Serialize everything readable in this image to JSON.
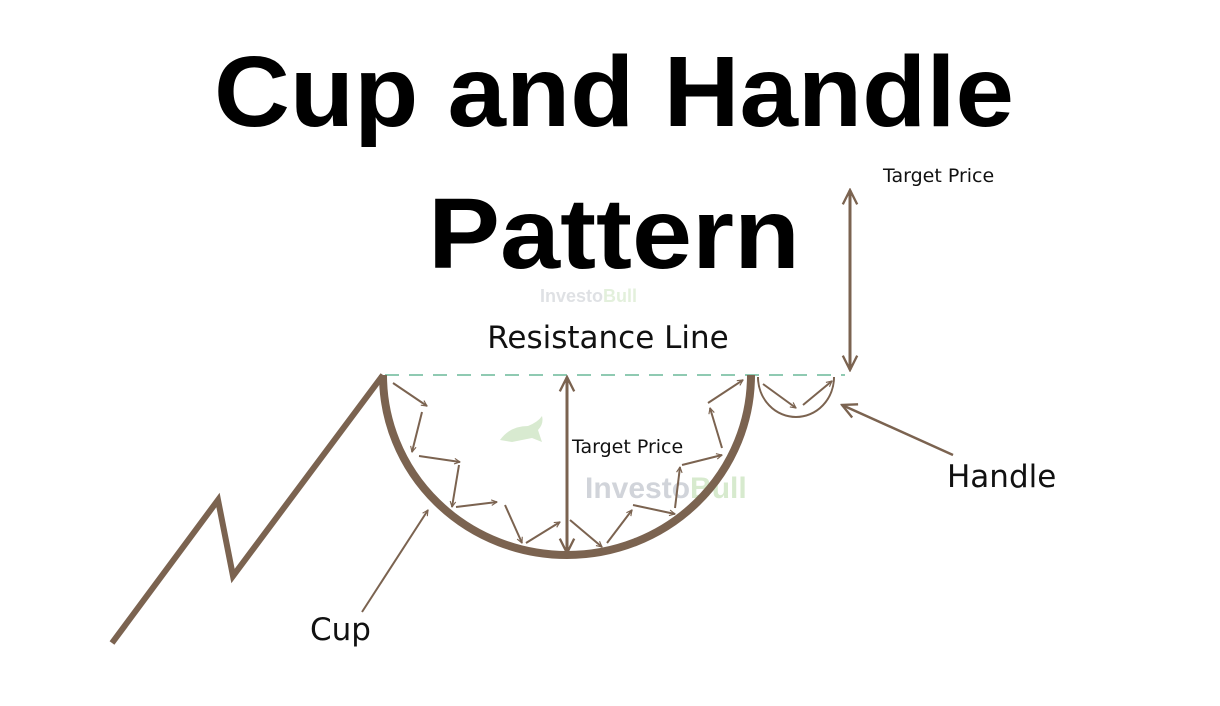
{
  "title": {
    "line1": "Cup and Handle",
    "line2": "Pattern"
  },
  "labels": {
    "resistance_line": "Resistance Line",
    "target_price_top": "Target Price",
    "target_price_inner": "Target Price",
    "handle": "Handle",
    "cup": "Cup"
  },
  "watermark": {
    "part1": "Investo",
    "part2": "Bull"
  },
  "colors": {
    "line": "#7b6350",
    "resistance": "#8fcab2",
    "text": "#111111",
    "watermark_gray": "#c9ccd3",
    "watermark_green": "#cfe6c4"
  }
}
